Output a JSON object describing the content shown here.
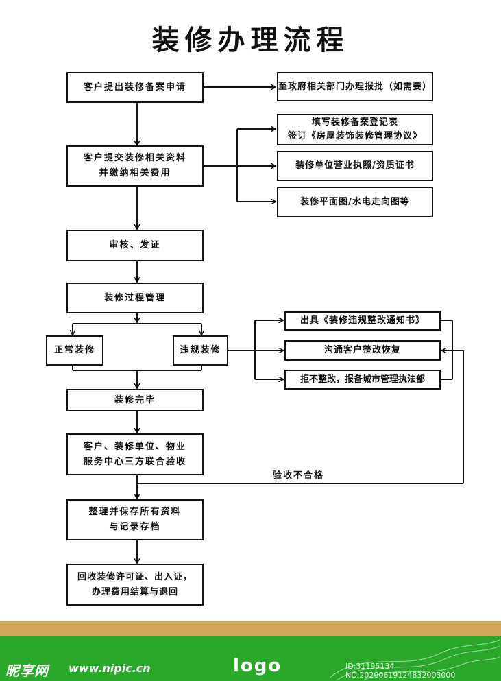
{
  "title": "装修办理流程",
  "steps": {
    "apply": "客户提出装修备案申请",
    "submit_line1": "客户提交装修相关资料",
    "submit_line2": "并缴纳相关费用",
    "review": "审核、发证",
    "process_mgmt": "装修过程管理",
    "normal": "正常装修",
    "violation": "违规装修",
    "complete": "装修完毕",
    "acceptance_line1": "客户、装修单位、物业",
    "acceptance_line2": "服务中心三方联合验收",
    "archive_line1": "整理并保存所有资料",
    "archive_line2": "与记录存档",
    "recover_line1": "回收装修许可证、出入证，",
    "recover_line2": "办理费用结算与退回"
  },
  "side": {
    "gov_approval": "至政府相关部门办理报批（如需要）",
    "form_line1": "填写装修备案登记表",
    "form_line2": "签订《房屋装饰装修管理协议》",
    "license": "装修单位营业执照/资质证书",
    "plans": "装修平面图/水电走向图等",
    "notice": "出具《装修违规整改通知书》",
    "communicate": "沟通客户整改恢复",
    "refuse": "拒不整改，报备城市管理执法部"
  },
  "labels": {
    "fail_acceptance": "验收不合格"
  },
  "footer": {
    "brand": "昵享网",
    "url": "www.nipic.cn",
    "logo": "logo",
    "id_text": "ID:31195134 NO:20200619124832003000"
  },
  "colors": {
    "line": "#111111",
    "footer_tan": "#d2a65a",
    "footer_green": "#29a829"
  }
}
